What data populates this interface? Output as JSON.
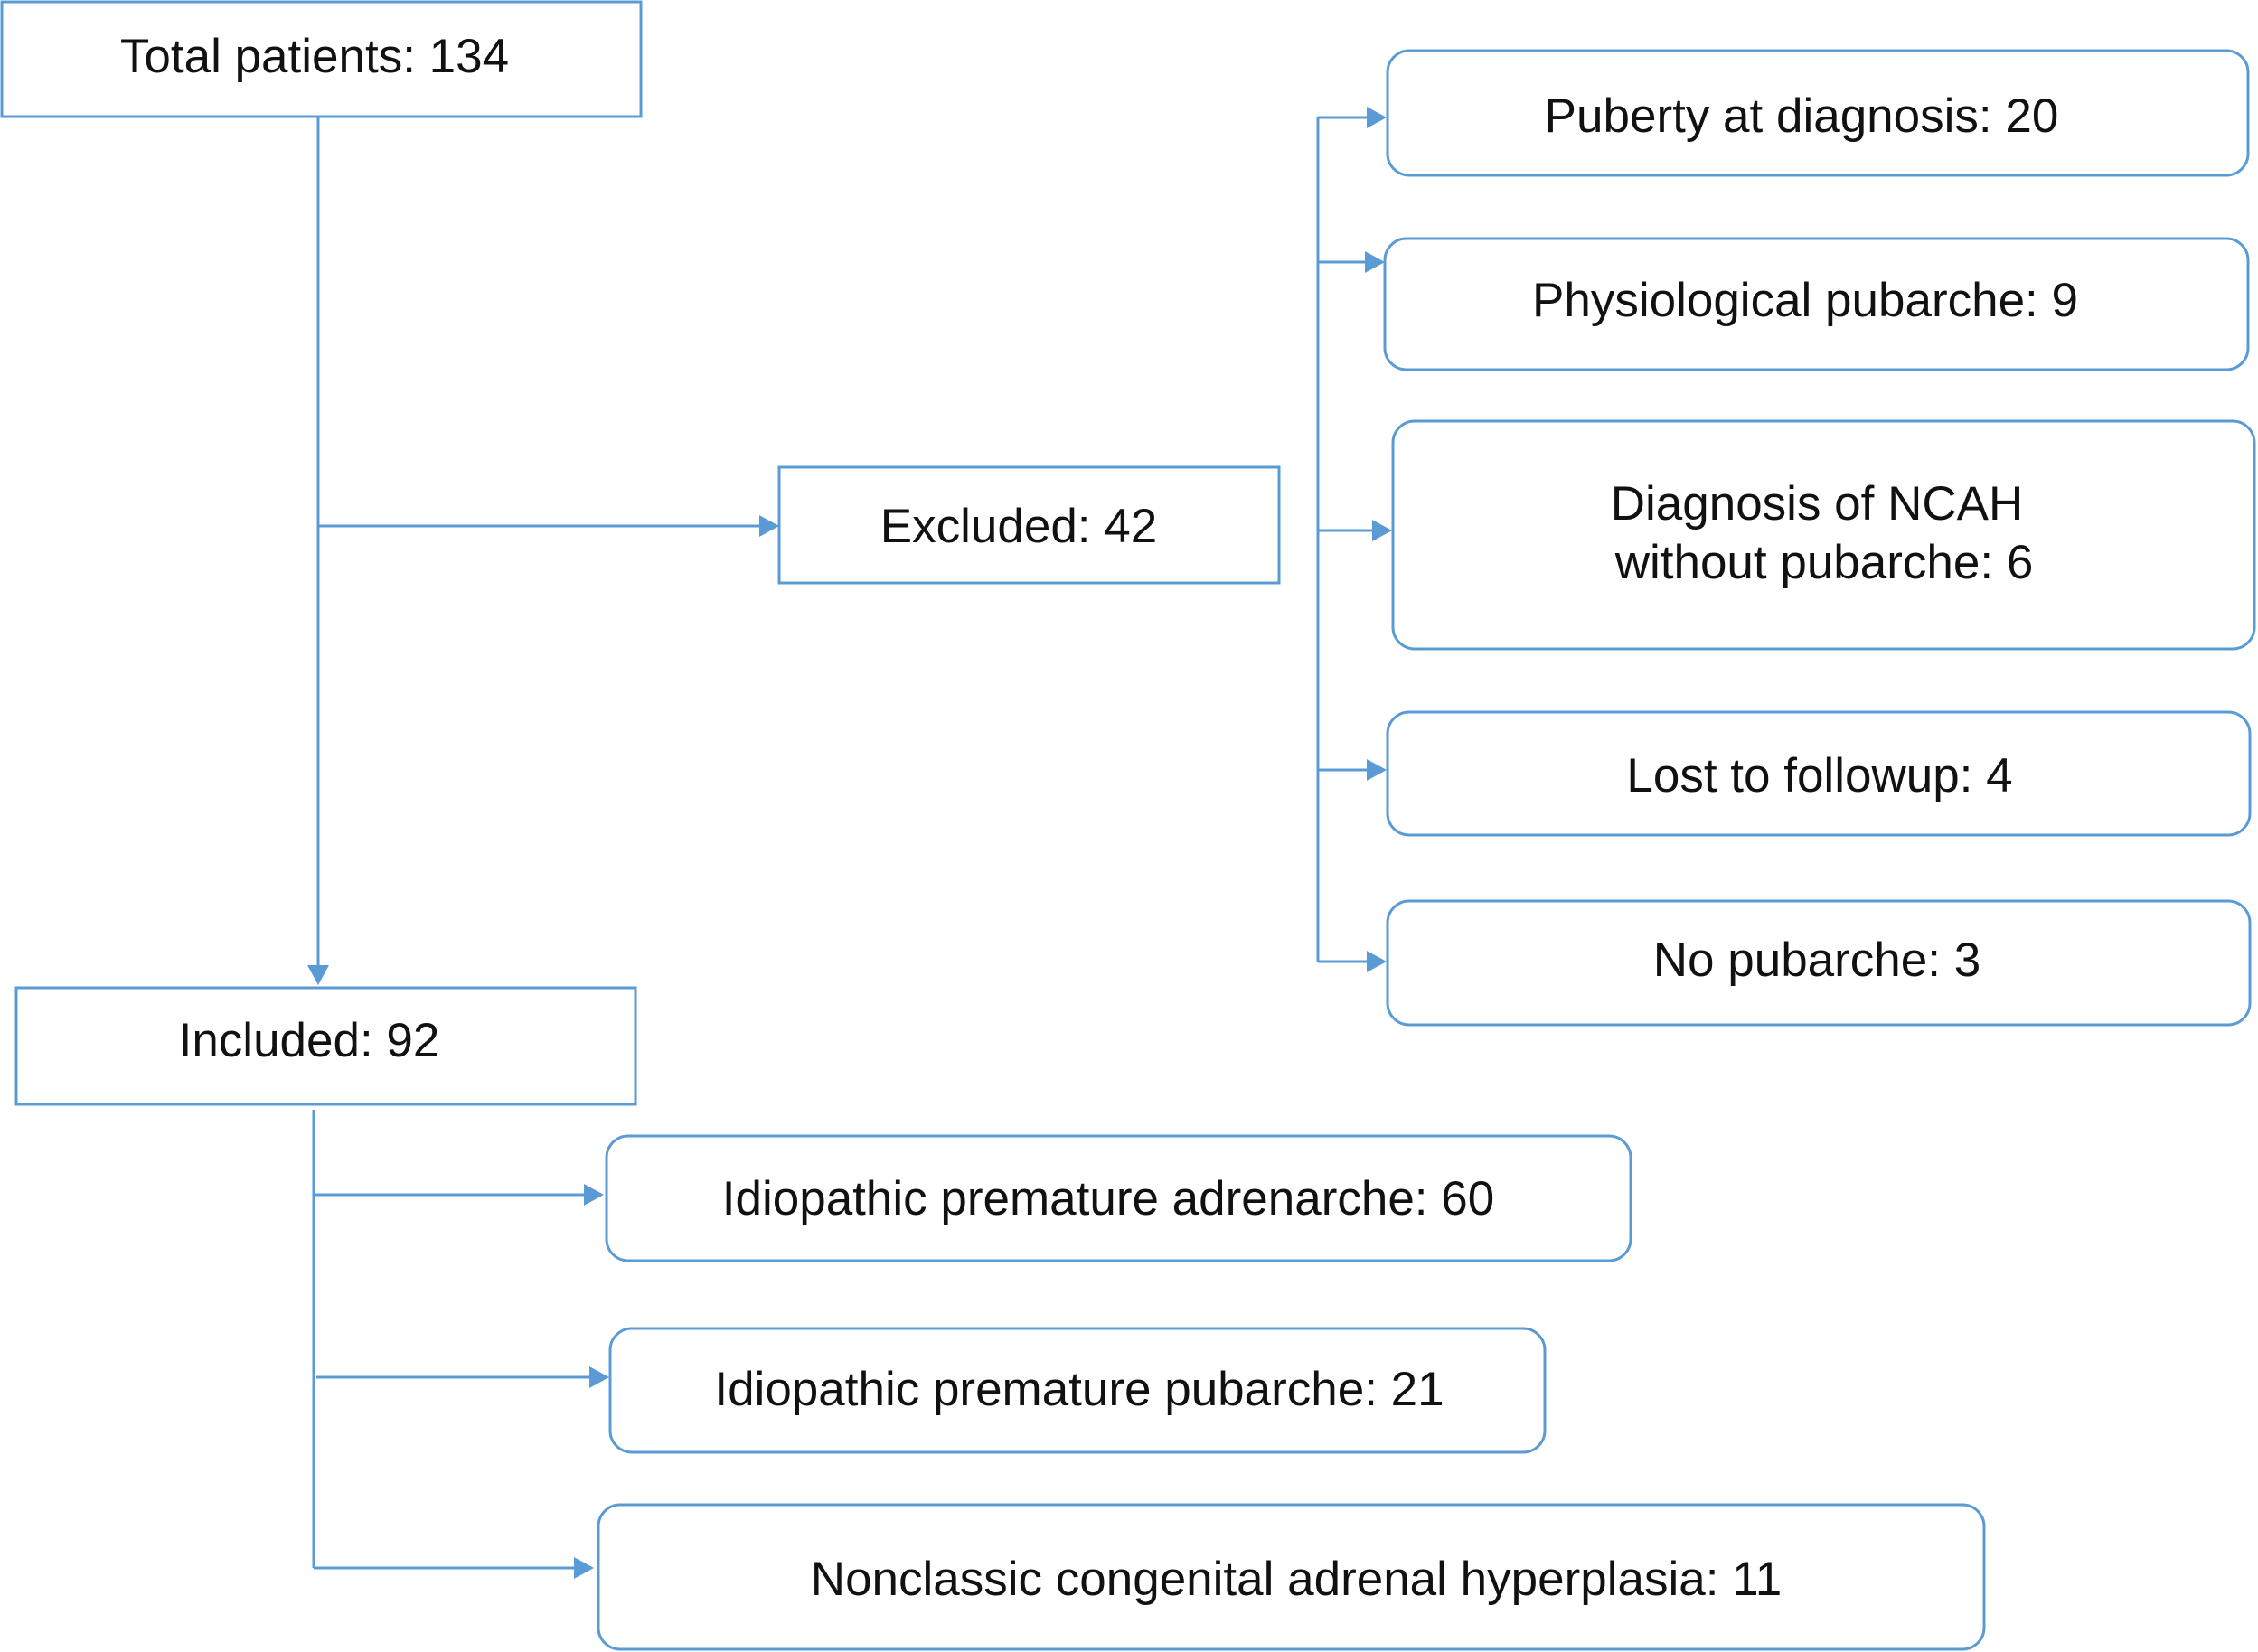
{
  "nodes": {
    "total": "Total patients: 134",
    "excluded": "Excluded: 42",
    "included": "Included: 92",
    "puberty": "Puberty at diagnosis: 20",
    "physiological": "Physiological pubarche: 9",
    "ncah_line1": "Diagnosis of NCAH",
    "ncah_line2": "without pubarche: 6",
    "lost": "Lost to followup: 4",
    "no_pubarche": "No pubarche: 3",
    "ipa": "Idiopathic premature adrenarche: 60",
    "ipp": "Idiopathic premature pubarche: 21",
    "nccah": "Nonclassic congenital adrenal hyperplasia: 11"
  },
  "colors": {
    "stroke": "#5b9bd5",
    "text": "#111111"
  }
}
